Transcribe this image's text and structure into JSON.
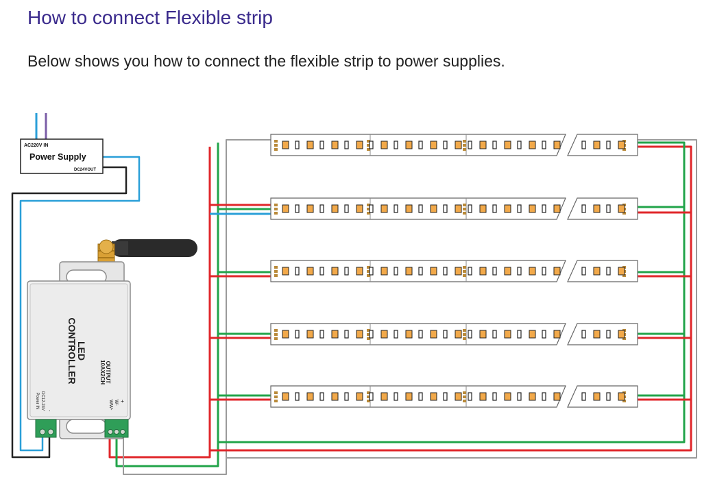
{
  "heading": {
    "title": "How to connect Flexible strip",
    "intro": "Below shows you how to connect the flexible strip to power supplies."
  },
  "power_supply": {
    "input_label": "AC220V IN",
    "name": "Power Supply",
    "output_label": "DC24VOUT"
  },
  "controller": {
    "name_line1": "LED",
    "name_line2": "CONTROLLER",
    "power_label": "Power IN",
    "power_voltage": "DC12-24V",
    "output_label": "OUTPUT",
    "output_spec": "10AX2CH",
    "terminal_plus": "+",
    "terminal_minus": "-",
    "terminal_w": "W-",
    "terminal_ww": "WW-"
  },
  "colors": {
    "title": "#3a2a8c",
    "wire_red": "#e0262a",
    "wire_green": "#22a44a",
    "wire_blue": "#2a9fd8",
    "wire_black": "#222222",
    "wire_gray": "#9a9a9a",
    "led_amber": "#f2a94a",
    "brass": "#d9a035"
  },
  "strips": [
    {
      "id": "strip-1"
    },
    {
      "id": "strip-2"
    },
    {
      "id": "strip-3"
    },
    {
      "id": "strip-4"
    },
    {
      "id": "strip-5"
    }
  ]
}
